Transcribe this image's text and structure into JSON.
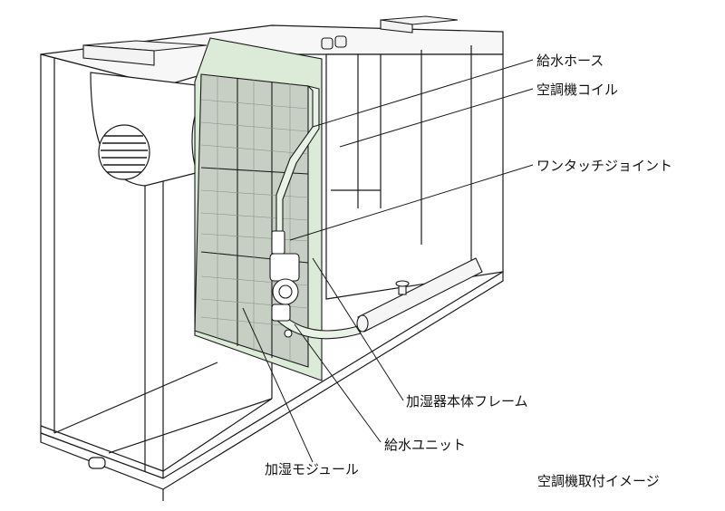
{
  "diagram": {
    "colors": {
      "line": "#1a1a1a",
      "module_fill": "#dcebd8",
      "mesh_fill": "#c7cfc4",
      "pipe_fill": "#e9f2e6",
      "background": "#ffffff"
    },
    "labels": {
      "water_hose": "給水ホース",
      "ahu_coil": "空調機コイル",
      "one_touch_joint": "ワンタッチジョイント",
      "humidifier_frame": "加湿器本体フレーム",
      "water_unit": "給水ユニット",
      "humidifier_module": "加湿モジュール"
    },
    "caption": "空調機取付イメージ"
  }
}
